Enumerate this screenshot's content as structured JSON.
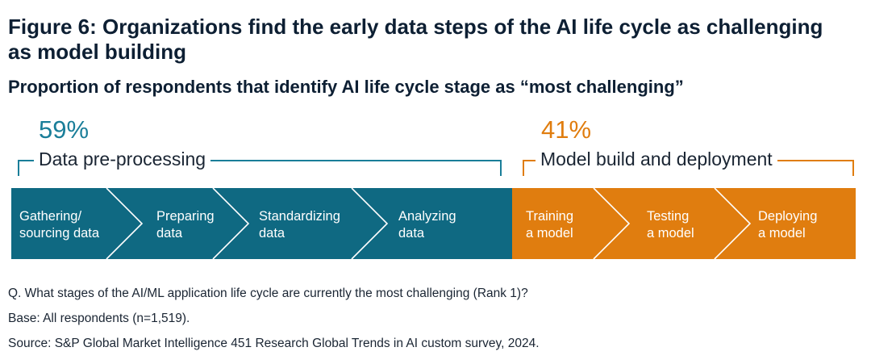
{
  "title": "Figure 6: Organizations find the early data steps of the AI life cycle as challenging as model building",
  "subtitle": "Proportion of respondents that identify AI life cycle stage as “most challenging”",
  "colors": {
    "data_group": "#0f6982",
    "model_group": "#e07d0f",
    "data_pct": "#1a7e99",
    "model_pct": "#e07d0f"
  },
  "chart_data": {
    "type": "bar",
    "groups": [
      {
        "name": "Data pre-processing",
        "percent_label": "59%",
        "value": 59,
        "stages": [
          "Gathering/\nsourcing data",
          "Preparing\ndata",
          "Standardizing\ndata",
          "Analyzing\ndata"
        ]
      },
      {
        "name": "Model build and deployment",
        "percent_label": "41%",
        "value": 41,
        "stages": [
          "Training\na model",
          "Testing\na model",
          "Deploying\na model"
        ]
      }
    ]
  },
  "notes": {
    "question": "Q. What stages of the AI/ML application life cycle are currently the most challenging (Rank 1)?",
    "base": "Base: All respondents (n=1,519).",
    "source": "Source: S&P Global Market Intelligence 451 Research Global Trends in AI custom survey, 2024."
  }
}
